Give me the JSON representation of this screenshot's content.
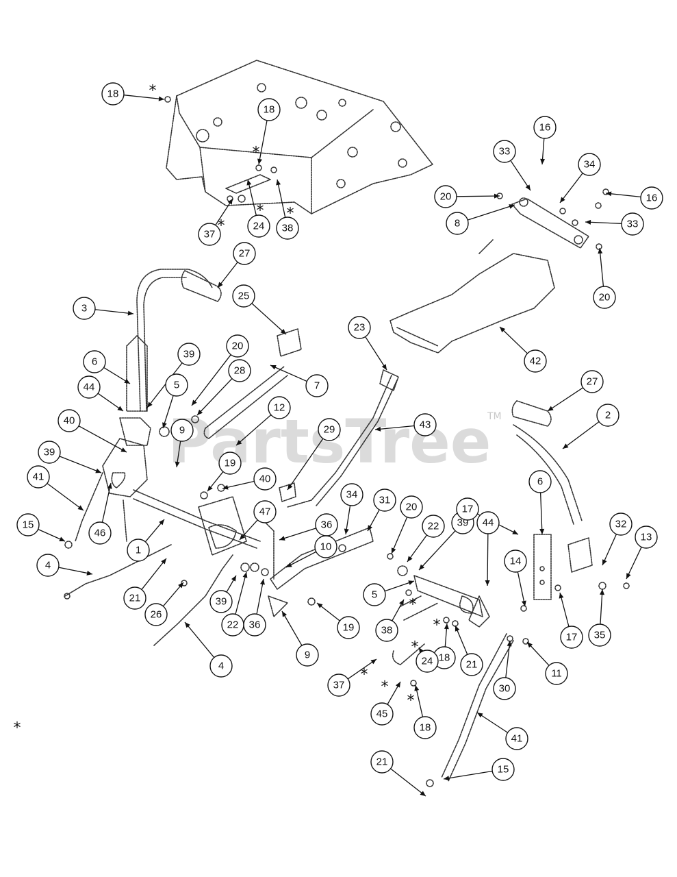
{
  "watermark": {
    "text": "PartsTree",
    "tm": "TM"
  },
  "legend_symbol": "*",
  "callouts": [
    {
      "label": "18"
    },
    {
      "label": "18"
    },
    {
      "label": "37"
    },
    {
      "label": "24"
    },
    {
      "label": "38"
    },
    {
      "label": "27"
    },
    {
      "label": "3"
    },
    {
      "label": "25"
    },
    {
      "label": "6"
    },
    {
      "label": "39"
    },
    {
      "label": "20"
    },
    {
      "label": "7"
    },
    {
      "label": "44"
    },
    {
      "label": "5"
    },
    {
      "label": "28"
    },
    {
      "label": "12"
    },
    {
      "label": "40"
    },
    {
      "label": "9"
    },
    {
      "label": "39"
    },
    {
      "label": "41"
    },
    {
      "label": "46"
    },
    {
      "label": "19"
    },
    {
      "label": "40"
    },
    {
      "label": "15"
    },
    {
      "label": "1"
    },
    {
      "label": "47"
    },
    {
      "label": "4"
    },
    {
      "label": "21"
    },
    {
      "label": "26"
    },
    {
      "label": "39"
    },
    {
      "label": "22"
    },
    {
      "label": "36"
    },
    {
      "label": "36"
    },
    {
      "label": "10"
    },
    {
      "label": "4"
    },
    {
      "label": "9"
    },
    {
      "label": "19"
    },
    {
      "label": "23"
    },
    {
      "label": "43"
    },
    {
      "label": "29"
    },
    {
      "label": "34"
    },
    {
      "label": "31"
    },
    {
      "label": "20"
    },
    {
      "label": "22"
    },
    {
      "label": "39"
    },
    {
      "label": "44"
    },
    {
      "label": "5"
    },
    {
      "label": "38"
    },
    {
      "label": "18"
    },
    {
      "label": "21"
    },
    {
      "label": "24"
    },
    {
      "label": "37"
    },
    {
      "label": "45"
    },
    {
      "label": "18"
    },
    {
      "label": "21"
    },
    {
      "label": "16"
    },
    {
      "label": "33"
    },
    {
      "label": "34"
    },
    {
      "label": "20"
    },
    {
      "label": "16"
    },
    {
      "label": "8"
    },
    {
      "label": "33"
    },
    {
      "label": "20"
    },
    {
      "label": "42"
    },
    {
      "label": "27"
    },
    {
      "label": "2"
    },
    {
      "label": "6"
    },
    {
      "label": "17"
    },
    {
      "label": "32"
    },
    {
      "label": "13"
    },
    {
      "label": "14"
    },
    {
      "label": "17"
    },
    {
      "label": "35"
    },
    {
      "label": "11"
    },
    {
      "label": "30"
    },
    {
      "label": "41"
    },
    {
      "label": "15"
    }
  ],
  "stars": [
    "*",
    "*",
    "*",
    "*",
    "*",
    "*",
    "*",
    "*",
    "*",
    "*",
    "*",
    "*",
    "*"
  ]
}
